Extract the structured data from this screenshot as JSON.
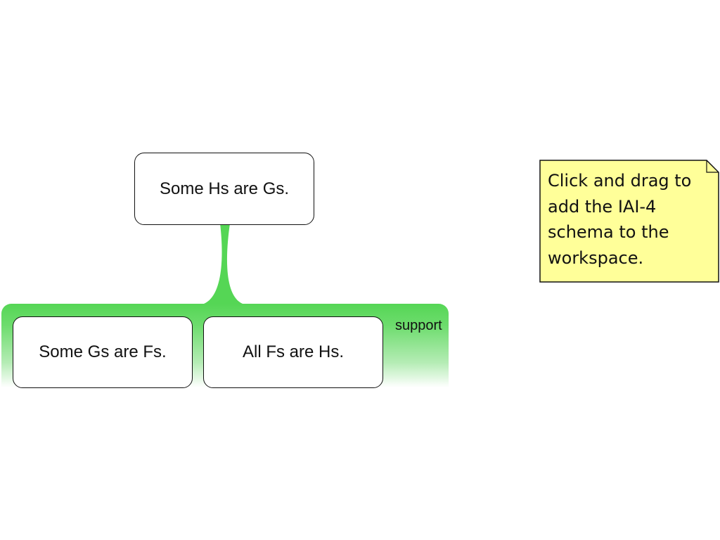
{
  "diagram": {
    "nodes": {
      "conclusion": "Some Hs are Gs.",
      "premise_1": "Some Gs are Fs.",
      "premise_2": "All Fs are Hs."
    },
    "relation": {
      "label": "support",
      "color": "#55d655"
    }
  },
  "note": {
    "text": "Click and drag to add the IAI-4 schema to the workspace.",
    "color": "#ffff99"
  }
}
